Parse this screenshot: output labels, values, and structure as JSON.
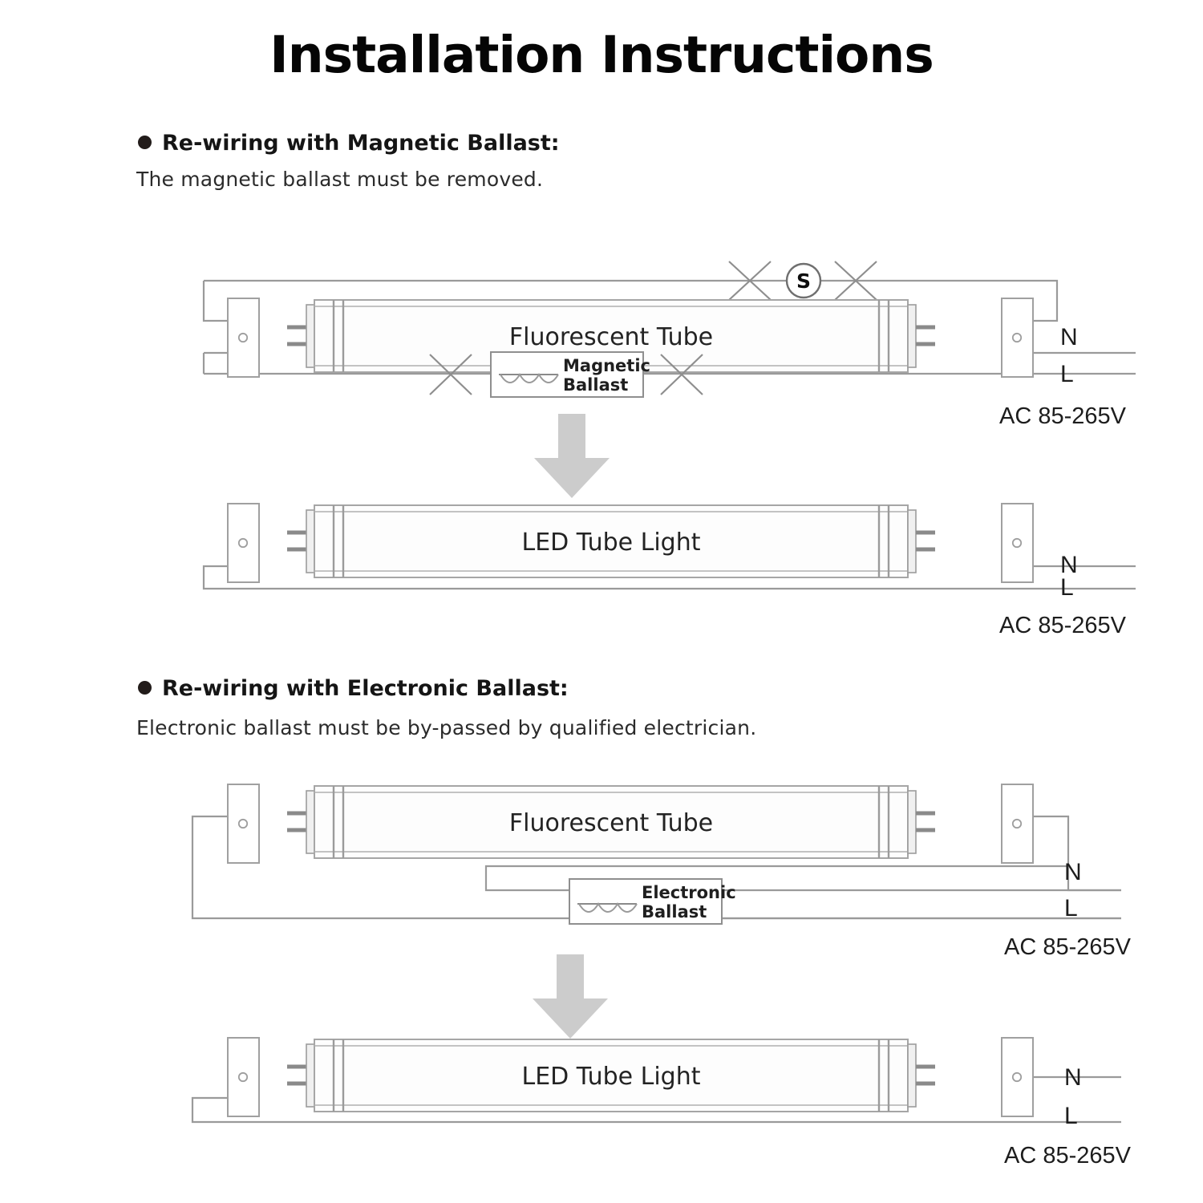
{
  "title": "Installation Instructions",
  "sections": [
    {
      "id": "magnetic",
      "heading": "Re-wiring with Magnetic Ballast:",
      "subtext": "The magnetic ballast  must be removed.",
      "before": {
        "tube_label": "Fluorescent Tube",
        "ballast_label_line1": "Magnetic",
        "ballast_label_line2": "Ballast",
        "starter_label": "S",
        "neutral_label": "N",
        "live_label": "L",
        "supply_label": "AC 85-265V"
      },
      "after": {
        "tube_label": "LED Tube Light",
        "neutral_label": "N",
        "live_label": "L",
        "supply_label": "AC 85-265V"
      }
    },
    {
      "id": "electronic",
      "heading": "Re-wiring with Electronic Ballast:",
      "subtext": "Electronic ballast must be by-passed by qualified electrician.",
      "before": {
        "tube_label": "Fluorescent Tube",
        "ballast_label_line1": "Electronic",
        "ballast_label_line2": "Ballast",
        "neutral_label": "N",
        "live_label": "L",
        "supply_label": "AC 85-265V"
      },
      "after": {
        "tube_label": "LED Tube Light",
        "neutral_label": "N",
        "live_label": "L",
        "supply_label": "AC 85-265V"
      }
    }
  ],
  "colors": {
    "wire": "#9a9a9a",
    "outline": "#a0a0a0",
    "arrow": "#cccccc",
    "text": "#1a1a1a"
  }
}
